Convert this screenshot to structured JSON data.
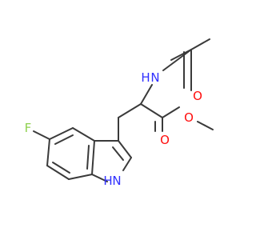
{
  "molecule": {
    "atoms": {
      "fluorine": {
        "symbol": "F",
        "color": "#8fd14f"
      },
      "amide_nitrogen": {
        "symbol": "N",
        "hydrogen": "H",
        "color": "#3030ff"
      },
      "amide_oxygen": {
        "symbol": "O",
        "color": "#ff0d0d"
      },
      "ester_carbonyl_oxygen": {
        "symbol": "O",
        "color": "#ff0d0d"
      },
      "ester_ether_oxygen": {
        "symbol": "O",
        "color": "#ff0d0d"
      },
      "indole_nitrogen": {
        "symbol": "N",
        "hydrogen": "H",
        "color": "#3030ff"
      }
    },
    "bond_color": "#3a3a3a"
  }
}
